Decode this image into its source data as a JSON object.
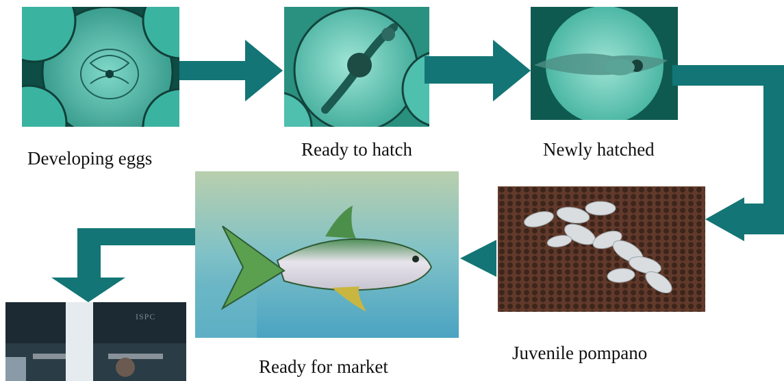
{
  "stages": [
    {
      "label": "Developing eggs"
    },
    {
      "label": "Ready to hatch"
    },
    {
      "label": "Newly hatched"
    },
    {
      "label": "Juvenile pompano"
    },
    {
      "label": "Ready for market"
    }
  ],
  "final_photo": {
    "sign_text": "ISPC"
  },
  "colors": {
    "arrow": "#137575",
    "microscope_teal": "#2faf9f",
    "net_brown": "#5a3526"
  }
}
